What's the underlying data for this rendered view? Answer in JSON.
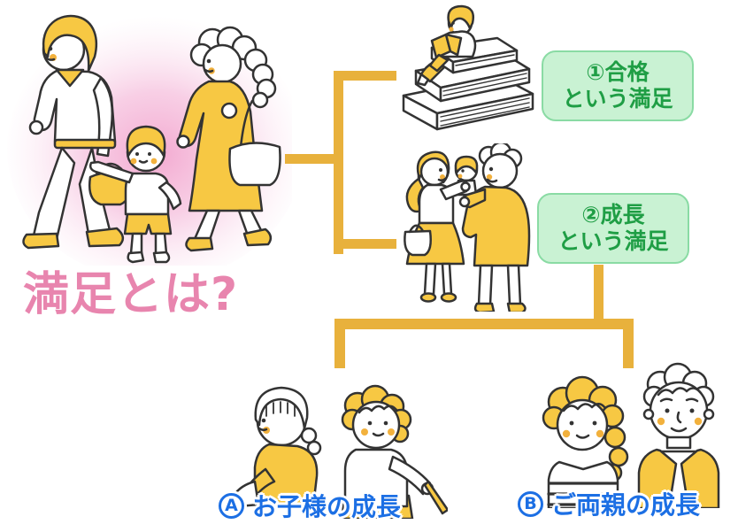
{
  "diagram": {
    "title": "満足とは?",
    "reasons": [
      {
        "line1": "①合格",
        "line2": "という満足"
      },
      {
        "line1": "②成長",
        "line2": "という満足"
      }
    ],
    "branches": [
      {
        "badge": "A",
        "label": "お子様の成長"
      },
      {
        "badge": "B",
        "label": "ご両親の成長"
      }
    ],
    "illustrations": {
      "family": "family-walking",
      "reason1": "child-reading-on-book-stack",
      "reason2": "parents-praising-child",
      "branch_a": "children-studying",
      "branch_b": "parents-couple"
    },
    "colors": {
      "illustration_yellow": "#F7C843",
      "outline": "#333333",
      "glow_pink": "#F3A9D0",
      "title_pink": "#E885AE",
      "reason_bg_green": "#C9F2D3",
      "reason_border_green": "#8ADBA4",
      "reason_text_green": "#1F9E45",
      "connector_orange": "#E8B13C",
      "branch_text_blue": "#1C6FE4"
    }
  }
}
